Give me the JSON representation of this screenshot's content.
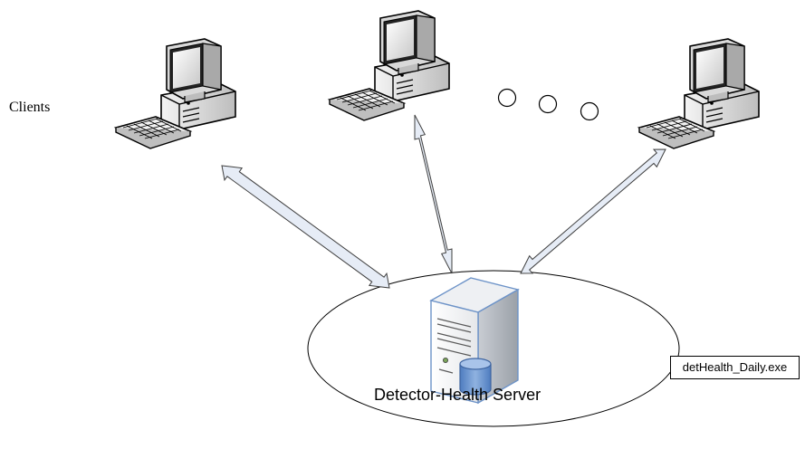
{
  "diagram": {
    "clients_label": "Clients",
    "server_label": "Detector-Health Server",
    "executable_label": "detHealth_Daily.exe",
    "nodes": [
      {
        "name": "client-computer",
        "icon": "desktop-computer-icon"
      },
      {
        "name": "client-computer",
        "icon": "desktop-computer-icon"
      },
      {
        "name": "client-computer",
        "icon": "desktop-computer-icon"
      },
      {
        "name": "server",
        "icon": "server-database-icon"
      }
    ],
    "connections": [
      {
        "from": "client-1",
        "to": "server",
        "type": "bidirectional"
      },
      {
        "from": "client-2",
        "to": "server",
        "type": "bidirectional"
      },
      {
        "from": "client-3",
        "to": "server",
        "type": "bidirectional"
      }
    ],
    "ellipsis": "more-clients-dots",
    "colors": {
      "arrow_fill": "#e6ecf6",
      "arrow_stroke": "#3f3f3f",
      "server_blue": "#6d93c8",
      "outline": "#000000"
    }
  }
}
